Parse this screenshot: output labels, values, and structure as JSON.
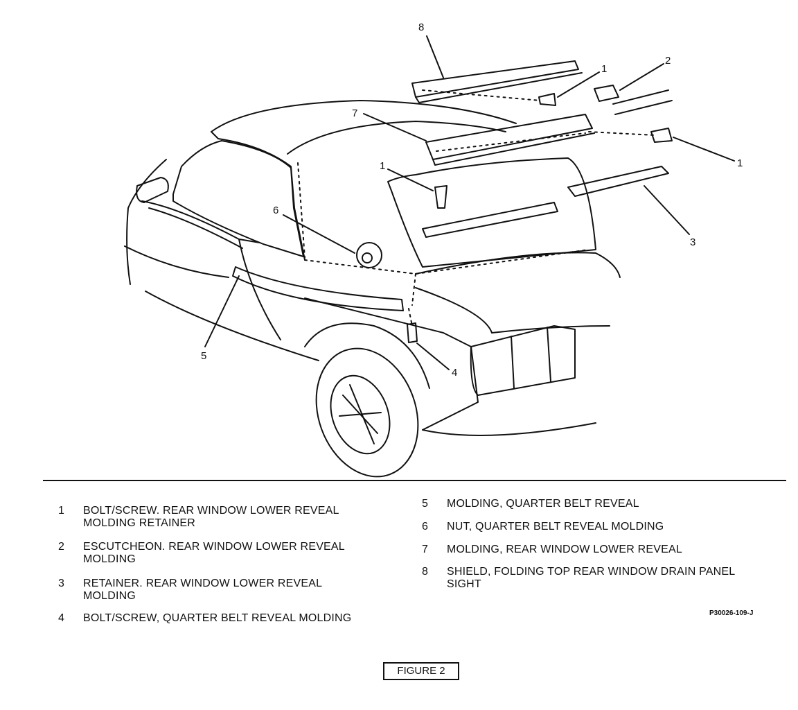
{
  "callouts": {
    "c8": "8",
    "c2": "2",
    "c1a": "1",
    "c7": "7",
    "c1b": "1",
    "c1c": "1",
    "c6": "6",
    "c3": "3",
    "c5": "5",
    "c4": "4"
  },
  "legend": {
    "left": [
      {
        "num": "1",
        "text": "BOLT/SCREW. REAR WINDOW LOWER REVEAL\nMOLDING RETAINER"
      },
      {
        "num": "2",
        "text": "ESCUTCHEON. REAR WINDOW LOWER REVEAL\nMOLDING"
      },
      {
        "num": "3",
        "text": "RETAINER. REAR WINDOW LOWER REVEAL\nMOLDING"
      },
      {
        "num": "4",
        "text": "BOLT/SCREW, QUARTER BELT REVEAL MOLDING"
      }
    ],
    "right": [
      {
        "num": "5",
        "text": "MOLDING, QUARTER BELT REVEAL"
      },
      {
        "num": "6",
        "text": "NUT, QUARTER BELT REVEAL MOLDING"
      },
      {
        "num": "7",
        "text": "MOLDING, REAR WINDOW LOWER REVEAL"
      },
      {
        "num": "8",
        "text": "SHIELD, FOLDING TOP REAR WINDOW DRAIN PANEL\nSIGHT"
      }
    ]
  },
  "figure_code": "P30026-109-J",
  "figure_label": "FIGURE 2"
}
